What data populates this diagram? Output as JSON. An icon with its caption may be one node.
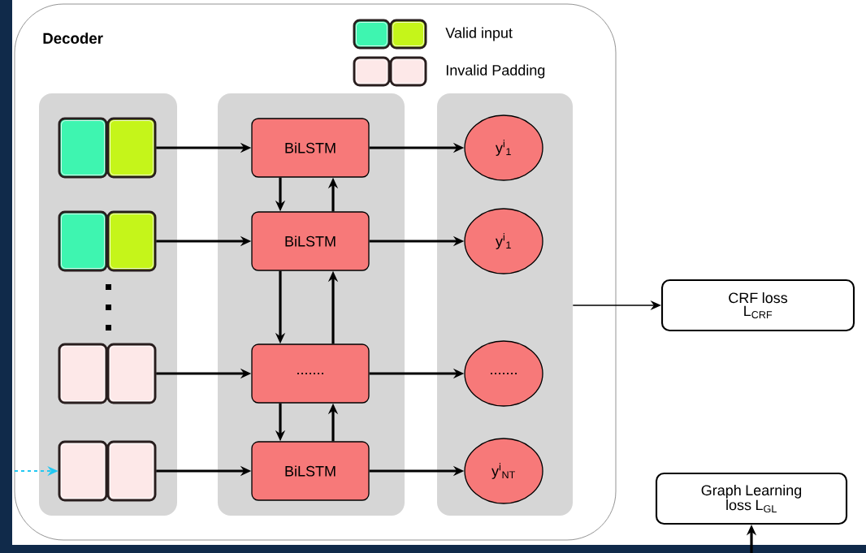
{
  "diagram": {
    "nodes": [
      {
        "text": [
          "Decoder"
        ]
      },
      {
        "text": [],
        "shape": "band",
        "in": 0
      },
      {
        "text": [],
        "shape": "band",
        "in": 0
      },
      {
        "text": [],
        "shape": "band",
        "in": 0
      },
      {
        "text": [],
        "shape": "valid",
        "in": 1
      },
      {
        "text": [],
        "shape": "valid",
        "in": 1
      },
      {
        "text": [],
        "shape": "padding",
        "in": 1
      },
      {
        "text": [],
        "shape": "padding",
        "in": 1
      },
      {
        "text": [
          "BiLSTM"
        ],
        "in": 2
      },
      {
        "text": [
          "BiLSTM"
        ],
        "in": 2
      },
      {
        "text": [
          "......."
        ],
        "in": 2
      },
      {
        "text": [
          "BiLSTM"
        ],
        "in": 2
      },
      {
        "text": [
          "y$^{i}$$_{1}$"
        ],
        "in": 3
      },
      {
        "text": [
          "y$^{i}$$_{1}$"
        ],
        "in": 3
      },
      {
        "text": [
          "......."
        ],
        "in": 3
      },
      {
        "text": [
          "y$^{i}$$_{NT}$"
        ],
        "in": 3
      },
      {
        "text": [
          "CRF loss L$_{CRF}$"
        ]
      },
      {
        "text": [
          "Graph Learning loss L$_{GL}$"
        ]
      }
    ],
    "edges": [
      {
        "from": 4,
        "to": 8,
        "arrow": "to"
      },
      {
        "from": 5,
        "to": 9,
        "arrow": "to"
      },
      {
        "from": 6,
        "to": 10,
        "arrow": "to"
      },
      {
        "from": 7,
        "to": 11,
        "arrow": "to"
      },
      {
        "from": 8,
        "to": 12,
        "arrow": "to"
      },
      {
        "from": 9,
        "to": 13,
        "arrow": "to"
      },
      {
        "from": 10,
        "to": 14,
        "arrow": "to"
      },
      {
        "from": 11,
        "to": 15,
        "arrow": "to"
      },
      {
        "from": 8,
        "to": 9,
        "arrow": "to"
      },
      {
        "from": 9,
        "to": 8,
        "arrow": "to"
      },
      {
        "from": 9,
        "to": 10,
        "arrow": "to"
      },
      {
        "from": 10,
        "to": 9,
        "arrow": "to"
      },
      {
        "from": 10,
        "to": 11,
        "arrow": "to"
      },
      {
        "from": 11,
        "to": 10,
        "arrow": "to"
      },
      {
        "from": 3,
        "to": 16,
        "arrow": "to"
      },
      {
        "from": null,
        "to": 17,
        "arrow": "to"
      },
      {
        "from": null,
        "to": 7,
        "arrow": "to",
        "style": "dashed",
        "color": "#22c8f2"
      }
    ],
    "legend": [
      {
        "text": "Valid input"
      },
      {
        "text": "Invalid Padding"
      }
    ]
  }
}
